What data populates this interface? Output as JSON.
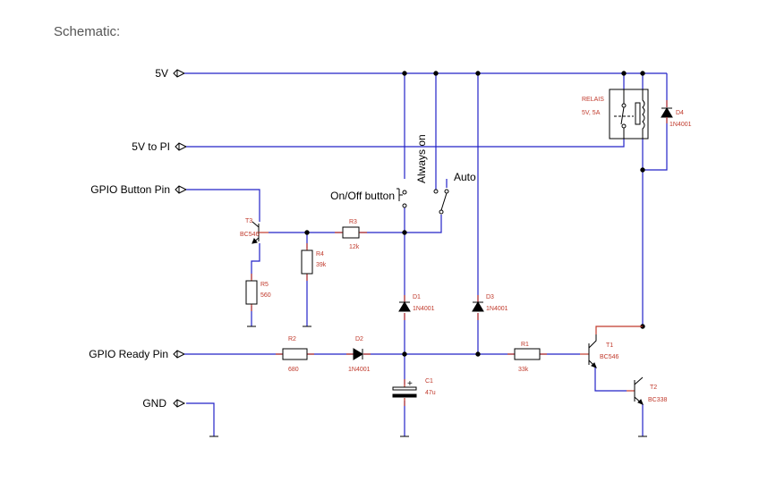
{
  "heading": "Schematic:",
  "ports": {
    "v5": "5V",
    "v5_pi": "5V to PI",
    "gpio_button": "GPIO Button Pin",
    "gpio_ready": "GPIO Ready Pin",
    "gnd": "GND"
  },
  "switches": {
    "always_on": "Always on",
    "auto": "Auto",
    "onoff": "On/Off button"
  },
  "relay": {
    "name": "RELAIS",
    "value": "5V, 5A"
  },
  "components": {
    "d4": {
      "ref": "D4",
      "value": "1N4001"
    },
    "t3": {
      "ref": "T3",
      "value": "BC546"
    },
    "r3": {
      "ref": "R3",
      "value": "12k"
    },
    "r4": {
      "ref": "R4",
      "value": "39k"
    },
    "r5": {
      "ref": "R5",
      "value": "560"
    },
    "d1": {
      "ref": "D1",
      "value": "1N4001"
    },
    "d3": {
      "ref": "D3",
      "value": "1N4001"
    },
    "r2": {
      "ref": "R2",
      "value": "680"
    },
    "d2": {
      "ref": "D2",
      "value": "1N4001"
    },
    "r1": {
      "ref": "R1",
      "value": "33k"
    },
    "t1": {
      "ref": "T1",
      "value": "BC546"
    },
    "c1": {
      "ref": "C1",
      "value": "47u"
    },
    "t2": {
      "ref": "T2",
      "value": "BC338"
    }
  },
  "colors": {
    "wire": "#2323c8",
    "lead": "#c0392b",
    "text": "#555555"
  }
}
